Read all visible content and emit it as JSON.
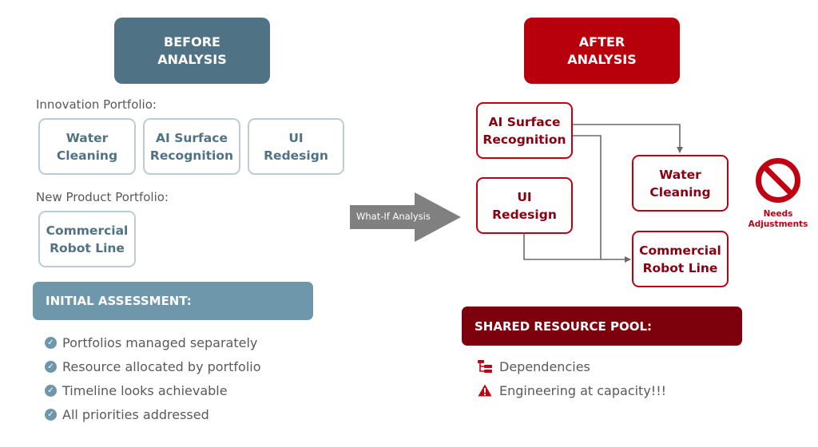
{
  "before": {
    "header": [
      "BEFORE",
      "ANALYSIS"
    ],
    "innovation_label": "Innovation Portfolio:",
    "innovation_items": [
      [
        "Water",
        "Cleaning"
      ],
      [
        "AI Surface",
        "Recognition"
      ],
      [
        "UI",
        "Redesign"
      ]
    ],
    "new_product_label": "New Product Portfolio:",
    "new_product_items": [
      [
        "Commercial",
        "Robot Line"
      ]
    ],
    "assessment_title": "INITIAL ASSESSMENT:",
    "assessment_items": [
      "Portfolios managed separately",
      "Resource allocated by portfolio",
      "Timeline looks achievable",
      "All priorities addressed"
    ]
  },
  "transition": {
    "label": "What-If Analysis"
  },
  "after": {
    "header": [
      "AFTER",
      "ANALYSIS"
    ],
    "nodes": {
      "ai": [
        "AI Surface",
        "Recognition"
      ],
      "ui": [
        "UI",
        "Redesign"
      ],
      "water": [
        "Water",
        "Cleaning"
      ],
      "robot": [
        "Commercial",
        "Robot Line"
      ]
    },
    "warning": [
      "Needs",
      "Adjustments"
    ],
    "shared_title": "SHARED RESOURCE POOL:",
    "shared_items": [
      "Dependencies",
      "Engineering at capacity!!!"
    ]
  },
  "colors": {
    "before_dark": "#4f7384",
    "before_light": "#6f97ab",
    "after_red": "#b8000c",
    "after_dark": "#7d000d",
    "connector": "#6b6b6b"
  },
  "icons": {
    "assessment_bullet": "check-circle-icon",
    "dependencies": "sitemap-icon",
    "capacity": "warning-triangle-icon",
    "needs_adjustments": "prohibited-icon"
  }
}
